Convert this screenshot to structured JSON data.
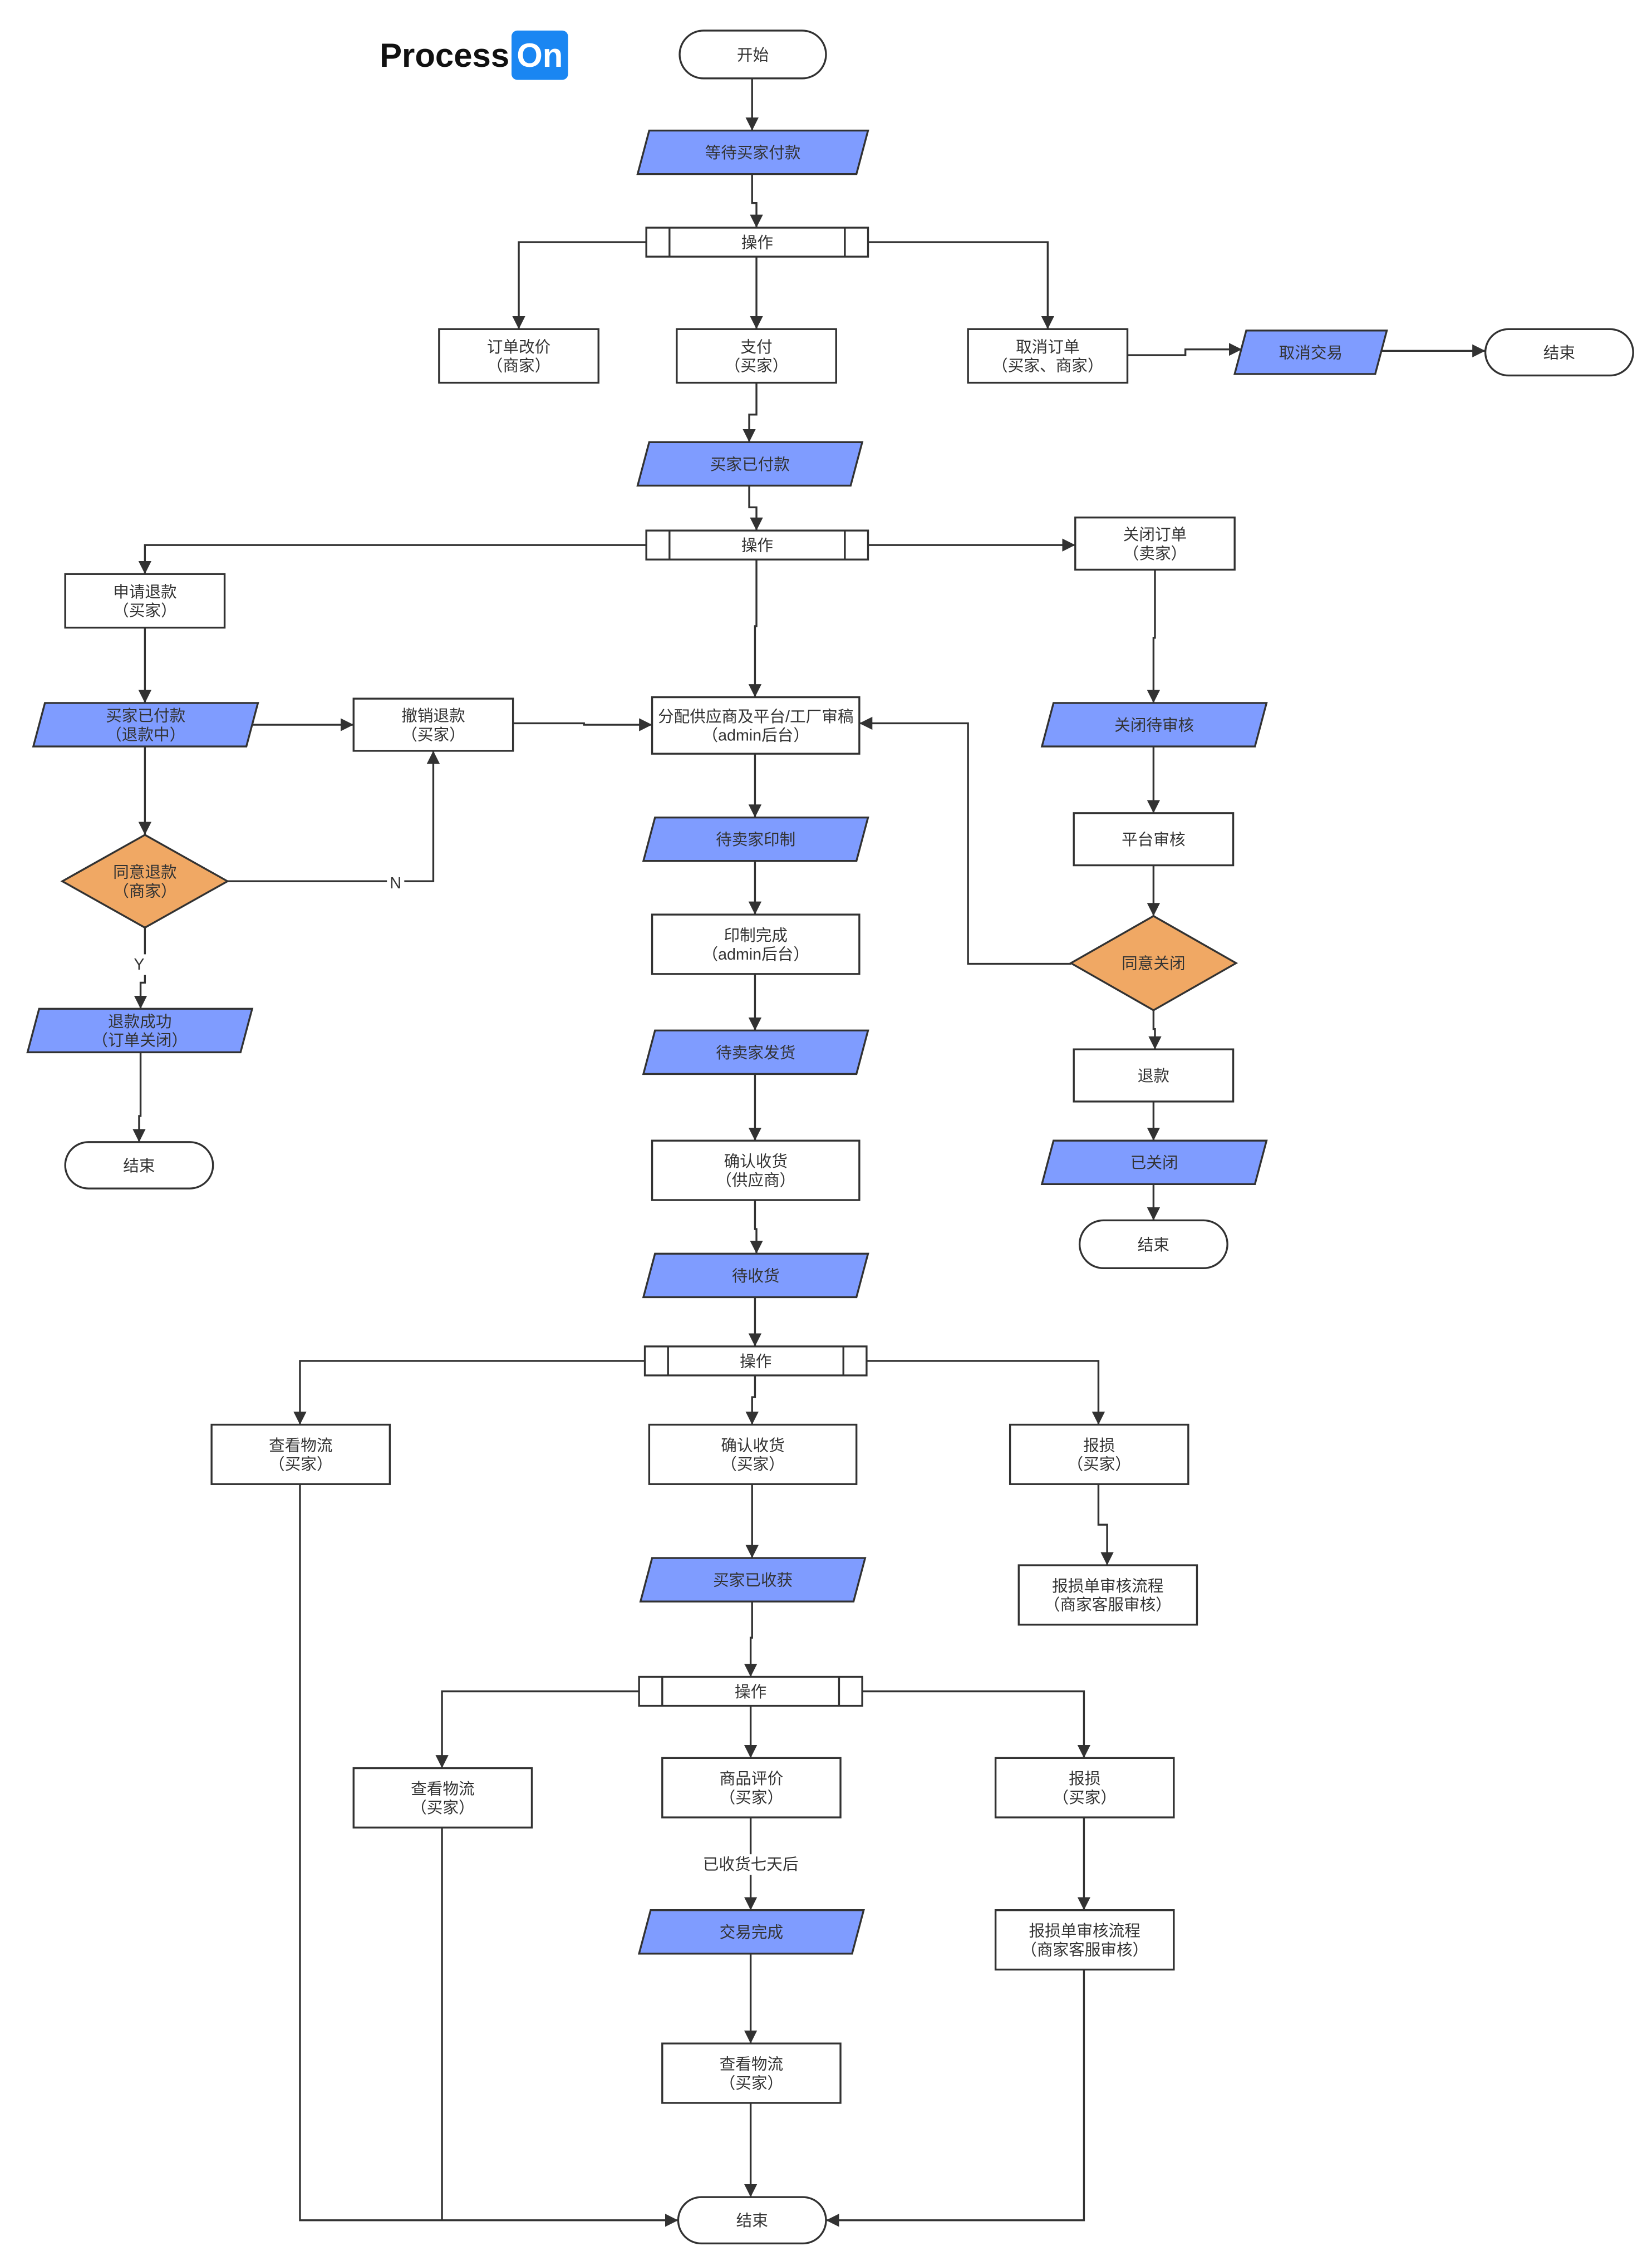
{
  "logo": {
    "brand": "Process",
    "badge": "On"
  },
  "colors": {
    "io_fill": "#7f9cff",
    "decision_fill": "#f0a864",
    "stroke": "#323232",
    "logo_badge": "#1a86f2"
  },
  "nodes": {
    "start": [
      "开始"
    ],
    "await_payment": [
      "等待买家付款"
    ],
    "op1": [
      "操作"
    ],
    "modify_price": [
      "订单改价",
      "（商家）"
    ],
    "pay": [
      "支付",
      "（买家）"
    ],
    "cancel_order": [
      "取消订单",
      "（买家、商家）"
    ],
    "cancel_trade": [
      "取消交易"
    ],
    "end_cancel": [
      "结束"
    ],
    "buyer_paid": [
      "买家已付款"
    ],
    "op2": [
      "操作"
    ],
    "apply_refund": [
      "申请退款",
      "（买家）"
    ],
    "close_order": [
      "关闭订单",
      "（卖家）"
    ],
    "paid_refunding": [
      "买家已付款",
      "（退款中）"
    ],
    "revoke_refund": [
      "撤销退款",
      "（买家）"
    ],
    "assign_supplier": [
      "分配供应商及平台/工厂审稿",
      "（admin后台）"
    ],
    "close_pending": [
      "关闭待审核"
    ],
    "agree_refund": [
      "同意退款",
      "（商家）"
    ],
    "await_print": [
      "待卖家印制"
    ],
    "platform_review": [
      "平台审核"
    ],
    "print_done": [
      "印制完成",
      "（admin后台）"
    ],
    "agree_close": [
      "同意关闭"
    ],
    "refund_success": [
      "退款成功",
      "（订单关闭）"
    ],
    "await_ship": [
      "待卖家发货"
    ],
    "refund": [
      "退款"
    ],
    "end_refund": [
      "结束"
    ],
    "confirm_supplier": [
      "确认收货",
      "（供应商）"
    ],
    "closed": [
      "已关闭"
    ],
    "end_closed": [
      "结束"
    ],
    "await_receive": [
      "待收货"
    ],
    "op3": [
      "操作"
    ],
    "logistics1": [
      "查看物流",
      "（买家）"
    ],
    "confirm_buyer": [
      "确认收货",
      "（买家）"
    ],
    "report_damage1": [
      "报损",
      "（买家）"
    ],
    "buyer_received": [
      "买家已收获"
    ],
    "damage_review1": [
      "报损单审核流程",
      "（商家客服审核）"
    ],
    "op4": [
      "操作"
    ],
    "logistics2": [
      "查看物流",
      "（买家）"
    ],
    "review": [
      "商品评价",
      "（买家）"
    ],
    "report_damage2": [
      "报损",
      "（买家）"
    ],
    "trade_done": [
      "交易完成"
    ],
    "damage_review2": [
      "报损单审核流程",
      "（商家客服审核）"
    ],
    "logistics3": [
      "查看物流",
      "（买家）"
    ],
    "end_final": [
      "结束"
    ]
  },
  "edge_labels": {
    "refund_rejected": "N",
    "refund_approved": "Y",
    "after_seven_days": "已收货七天后"
  }
}
